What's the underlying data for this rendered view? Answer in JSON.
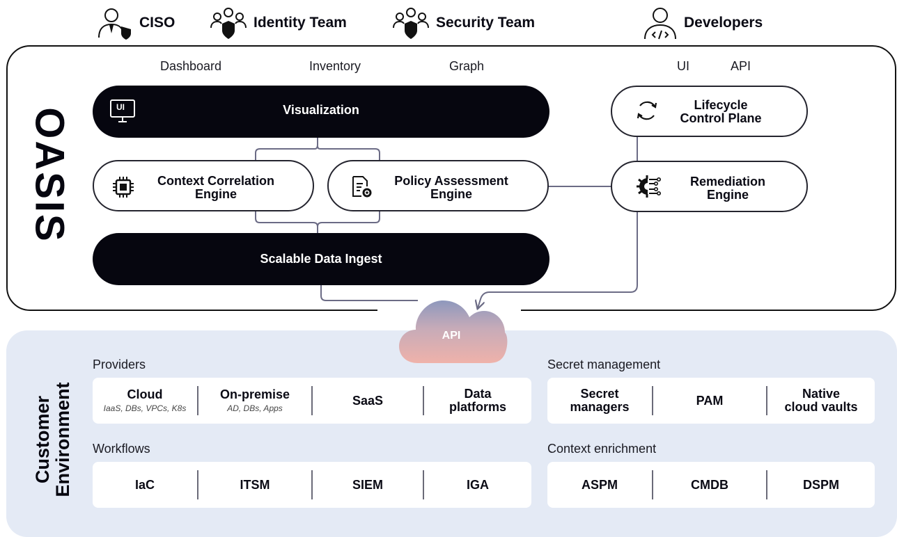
{
  "personas": [
    {
      "label": "CISO",
      "icon": "ciso-icon"
    },
    {
      "label": "Identity Team",
      "icon": "identity-team-icon"
    },
    {
      "label": "Security Team",
      "icon": "security-team-icon"
    },
    {
      "label": "Developers",
      "icon": "developers-icon"
    }
  ],
  "brand": "OASIS",
  "tabs": {
    "dashboard": "Dashboard",
    "inventory": "Inventory",
    "graph": "Graph",
    "ui": "UI",
    "api": "API"
  },
  "blocks": {
    "ui_badge": "UI",
    "visualization": "Visualization",
    "context_line1": "Context Correlation",
    "context_line2": "Engine",
    "policy_line1": "Policy Assessment",
    "policy_line2": "Engine",
    "ingest": "Scalable Data Ingest",
    "lifecycle_line1": "Lifecycle",
    "lifecycle_line2": "Control Plane",
    "remediation_line1": "Remediation",
    "remediation_line2": "Engine",
    "api_cloud": "API"
  },
  "customer": {
    "title_line1": "Customer",
    "title_line2": "Environment",
    "providers": {
      "label": "Providers",
      "items": [
        {
          "title": "Cloud",
          "sub": "IaaS, DBs, VPCs, K8s"
        },
        {
          "title": "On-premise",
          "sub": "AD, DBs, Apps"
        },
        {
          "title": "SaaS"
        },
        {
          "title_line1": "Data",
          "title_line2": "platforms"
        }
      ]
    },
    "secret_management": {
      "label": "Secret management",
      "items": [
        {
          "title_line1": "Secret",
          "title_line2": "managers"
        },
        {
          "title": "PAM"
        },
        {
          "title_line1": "Native",
          "title_line2": "cloud vaults"
        }
      ]
    },
    "workflows": {
      "label": "Workflows",
      "items": [
        "IaC",
        "ITSM",
        "SIEM",
        "IGA"
      ]
    },
    "context_enrichment": {
      "label": "Context enrichment",
      "items": [
        "ASPM",
        "CMDB",
        "DSPM"
      ]
    }
  },
  "colors": {
    "dark": "#06060f",
    "panel_bg": "#e4eaf5",
    "arrow": "#6b6b85",
    "cloud_top": "#8e98bd",
    "cloud_bottom": "#efb2aa"
  }
}
